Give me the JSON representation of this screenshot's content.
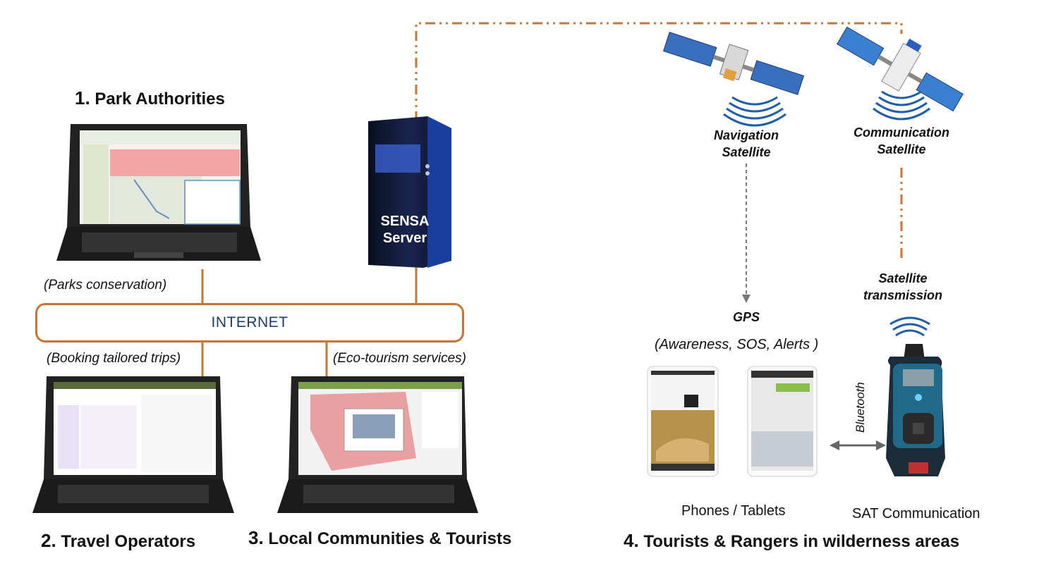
{
  "groups": {
    "park_authorities": {
      "num": "1.",
      "label": "Park Authorities"
    },
    "travel_operators": {
      "num": "2.",
      "label": "Travel Operators"
    },
    "local_communities": {
      "num": "3.",
      "label": "Local Communities & Tourists"
    },
    "tourists_rangers": {
      "num": "4.",
      "label": "Tourists & Rangers in wilderness areas"
    }
  },
  "notes": {
    "parks_conservation": "(Parks conservation)",
    "booking": "(Booking tailored trips)",
    "eco_tourism": "(Eco-tourism services)"
  },
  "internet": "INTERNET",
  "server": {
    "line1": "SENSA",
    "line2": "Server"
  },
  "satellites": {
    "navigation": {
      "line1": "Navigation",
      "line2": "Satellite"
    },
    "communication": {
      "line1": "Communication",
      "line2": "Satellite"
    }
  },
  "satellite_transmission": {
    "line1": "Satellite",
    "line2": "transmission"
  },
  "gps": {
    "label": "GPS",
    "detail": "(Awareness, SOS, Alerts )"
  },
  "bluetooth": "Bluetooth",
  "devices": {
    "phones": "Phones / Tablets",
    "sat_comm": "SAT Communication"
  },
  "colors": {
    "link": "#c87533",
    "internet_text": "#1f3a6e",
    "gps_arrow": "#777777",
    "signal": "#1f5fa8"
  },
  "icons": [
    "laptop-icon",
    "server-tower-icon",
    "satellite-icon",
    "signal-waves-icon",
    "smartphone-icon",
    "sat-communicator-icon"
  ]
}
